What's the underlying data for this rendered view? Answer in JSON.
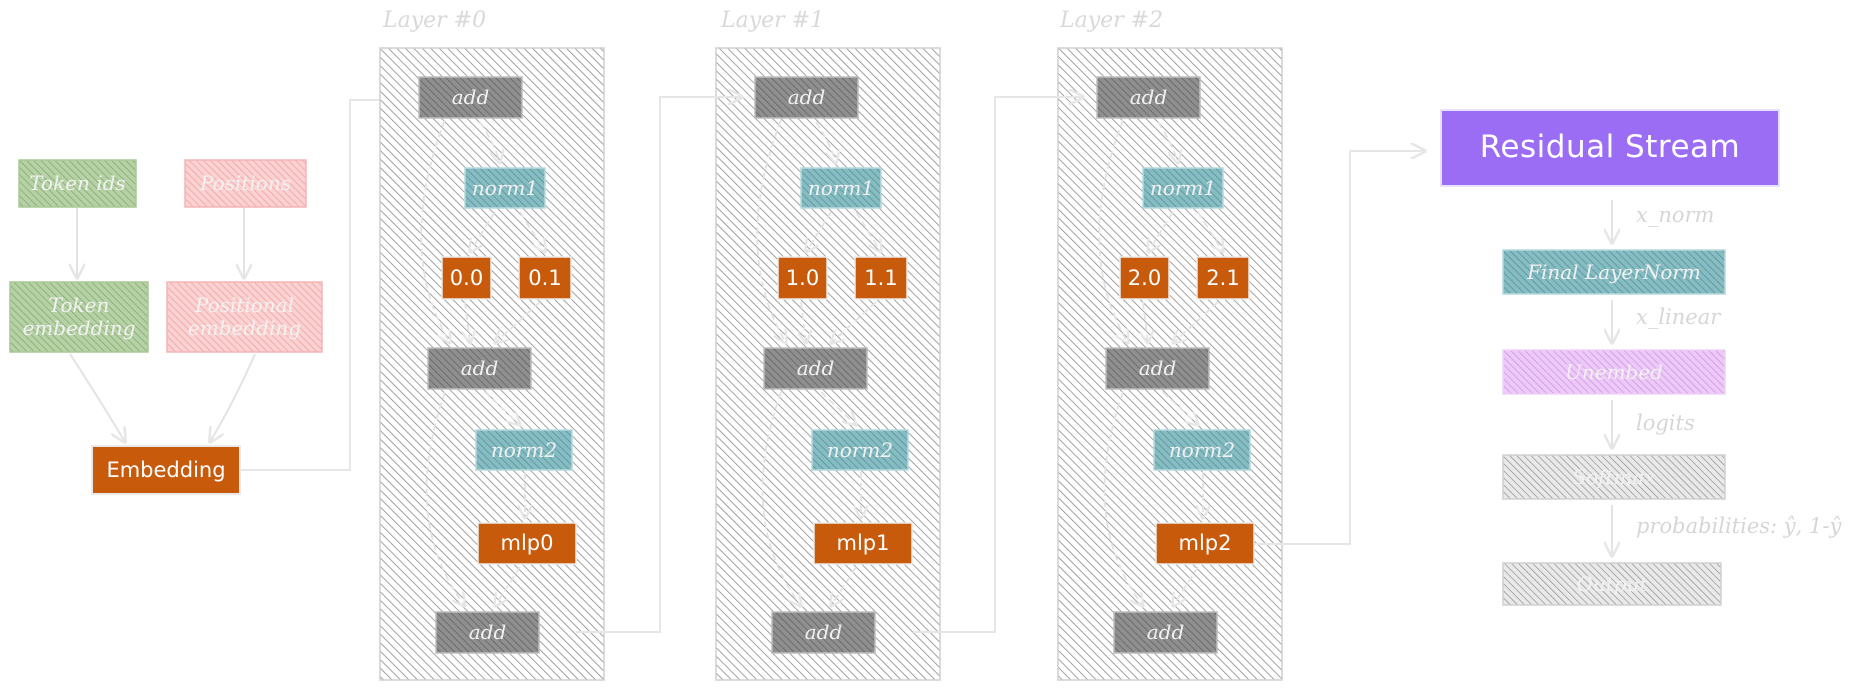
{
  "colors": {
    "layer_hatch": "#8a8a8a",
    "gray_node": "#7a7a7a",
    "teal_node": "#6aa7ad",
    "orange_node": "#c85a0c",
    "green_node": "#8fb57a",
    "pink_node": "#f0a0a0",
    "purple_main": "#9b6cf4",
    "lavender_node": "#d9a4ee",
    "arrow": "#e3e3e3"
  },
  "inputs": {
    "token_ids": "Token ids",
    "positions": "Positions",
    "token_embedding": "Token embedding",
    "position_embedding": "Positional embedding",
    "embedding": "Embedding"
  },
  "layers": [
    {
      "title": "Layer #0",
      "add_top": "add",
      "norm1": "norm1",
      "head_a": "0.0",
      "head_b": "0.1",
      "add_mid": "add",
      "norm2": "norm2",
      "mlp": "mlp0",
      "add_bottom": "add"
    },
    {
      "title": "Layer #1",
      "add_top": "add",
      "norm1": "norm1",
      "head_a": "1.0",
      "head_b": "1.1",
      "add_mid": "add",
      "norm2": "norm2",
      "mlp": "mlp1",
      "add_bottom": "add"
    },
    {
      "title": "Layer #2",
      "add_top": "add",
      "norm1": "norm1",
      "head_a": "2.0",
      "head_b": "2.1",
      "add_mid": "add",
      "norm2": "norm2",
      "mlp": "mlp2",
      "add_bottom": "add"
    }
  ],
  "output": {
    "residual": "Residual Stream",
    "final_norm": "Final LayerNorm",
    "unembed": "Unembed",
    "softmax": "Softmax",
    "output": "Output",
    "edge_norm": "x_norm",
    "edge_linear": "x_linear",
    "edge_logits": "logits",
    "edge_probs": "probabilities: ŷ, 1-ŷ"
  }
}
